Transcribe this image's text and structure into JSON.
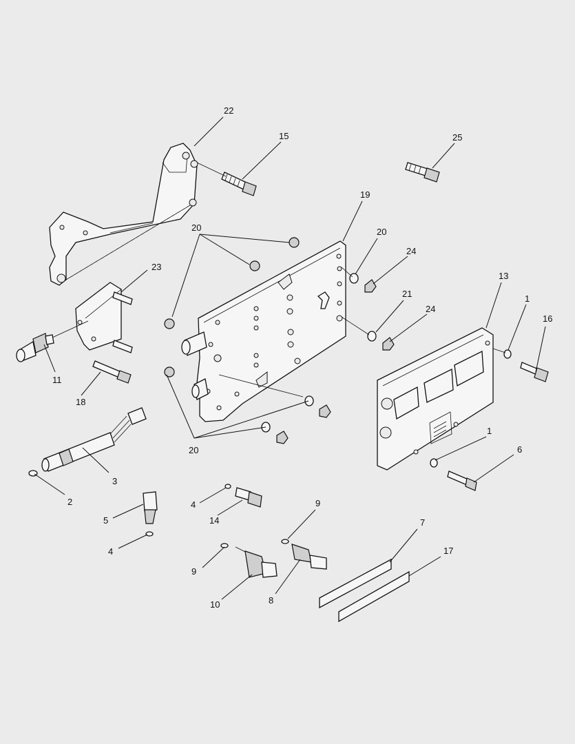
{
  "callouts": [
    {
      "id": "c22",
      "text": "22"
    },
    {
      "id": "c15",
      "text": "15"
    },
    {
      "id": "c25",
      "text": "25"
    },
    {
      "id": "c19",
      "text": "19"
    },
    {
      "id": "c20a",
      "text": "20"
    },
    {
      "id": "c20b",
      "text": "20"
    },
    {
      "id": "c24a",
      "text": "24"
    },
    {
      "id": "c23",
      "text": "23"
    },
    {
      "id": "c21",
      "text": "21"
    },
    {
      "id": "c24b",
      "text": "24"
    },
    {
      "id": "c13",
      "text": "13"
    },
    {
      "id": "c1a",
      "text": "1"
    },
    {
      "id": "c16",
      "text": "16"
    },
    {
      "id": "c11",
      "text": "11"
    },
    {
      "id": "c18",
      "text": "18"
    },
    {
      "id": "c20c",
      "text": "20"
    },
    {
      "id": "c1b",
      "text": "1"
    },
    {
      "id": "c6",
      "text": "6"
    },
    {
      "id": "c3",
      "text": "3"
    },
    {
      "id": "c2",
      "text": "2"
    },
    {
      "id": "c4a",
      "text": "4"
    },
    {
      "id": "c14",
      "text": "14"
    },
    {
      "id": "c9a",
      "text": "9"
    },
    {
      "id": "c5",
      "text": "5"
    },
    {
      "id": "c4b",
      "text": "4"
    },
    {
      "id": "c7",
      "text": "7"
    },
    {
      "id": "c17",
      "text": "17"
    },
    {
      "id": "c9b",
      "text": "9"
    },
    {
      "id": "c10",
      "text": "10"
    },
    {
      "id": "c8",
      "text": "8"
    }
  ]
}
